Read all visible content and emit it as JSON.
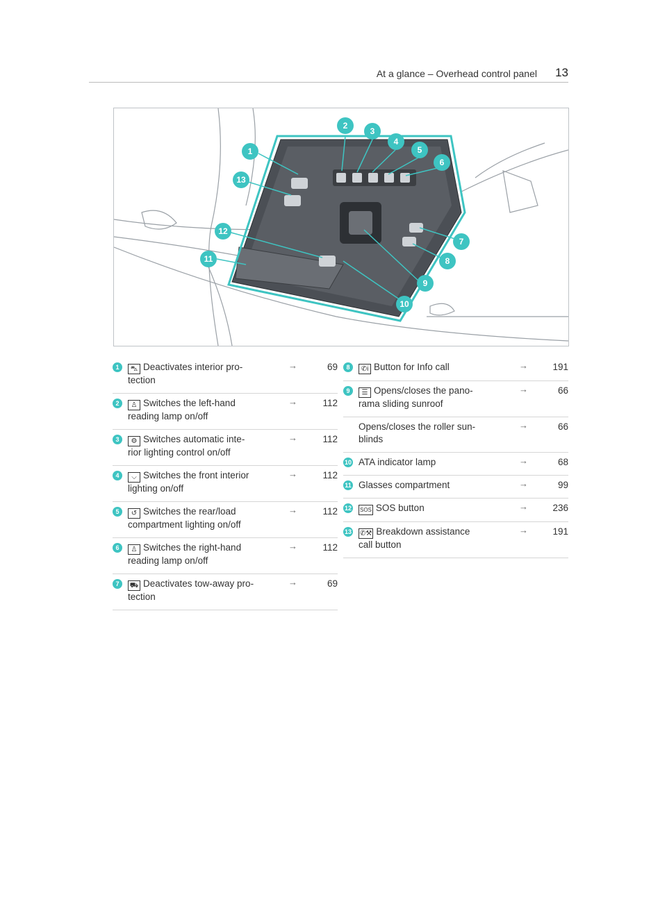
{
  "header": {
    "title": "At a glance – Overhead control panel",
    "page": "13"
  },
  "figure": {
    "callouts": [
      "1",
      "2",
      "3",
      "4",
      "5",
      "6",
      "7",
      "8",
      "9",
      "10",
      "11",
      "13",
      "12"
    ]
  },
  "left_items": [
    {
      "num": "1",
      "icon": "⛍",
      "text": "Deactivates interior pro-\ntection",
      "arrow": "→",
      "ref": "69"
    },
    {
      "num": "2",
      "icon": "♙",
      "text": "Switches the left-hand\nreading lamp on/off",
      "arrow": "→",
      "ref": "112"
    },
    {
      "num": "3",
      "icon": "⚙",
      "text": "Switches automatic inte-\nrior lighting control on/off",
      "arrow": "→",
      "ref": "112"
    },
    {
      "num": "4",
      "icon": "⌵",
      "text": "Switches the front interior\nlighting on/off",
      "arrow": "→",
      "ref": "112"
    },
    {
      "num": "5",
      "icon": "↺",
      "text": "Switches the rear/load\ncompartment lighting on/off",
      "arrow": "→",
      "ref": "112"
    },
    {
      "num": "6",
      "icon": "♙",
      "text": "Switches the right-hand\nreading lamp on/off",
      "arrow": "→",
      "ref": "112"
    },
    {
      "num": "7",
      "icon": "⛟",
      "text": "Deactivates tow-away pro-\ntection",
      "arrow": "→",
      "ref": "69"
    }
  ],
  "right_items": [
    {
      "num": "8",
      "icon": "✆i",
      "text": "Button for Info call",
      "arrow": "→",
      "ref": "191"
    },
    {
      "num": "9",
      "icon": "☰",
      "text": "Opens/closes the pano-\nrama sliding sunroof",
      "arrow": "→",
      "ref": "66"
    },
    {
      "num": "",
      "icon": "",
      "text": "Opens/closes the roller sun-\nblinds",
      "arrow": "→",
      "ref": "66"
    },
    {
      "num": "10",
      "icon": "",
      "text": "ATA indicator lamp",
      "arrow": "→",
      "ref": "68"
    },
    {
      "num": "11",
      "icon": "",
      "text": "Glasses compartment",
      "arrow": "→",
      "ref": "99"
    },
    {
      "num": "12",
      "icon": "SOS",
      "text": "SOS button",
      "arrow": "→",
      "ref": "236"
    },
    {
      "num": "13",
      "icon": "✆⚒",
      "text": "Breakdown assistance\ncall button",
      "arrow": "→",
      "ref": "191"
    }
  ]
}
